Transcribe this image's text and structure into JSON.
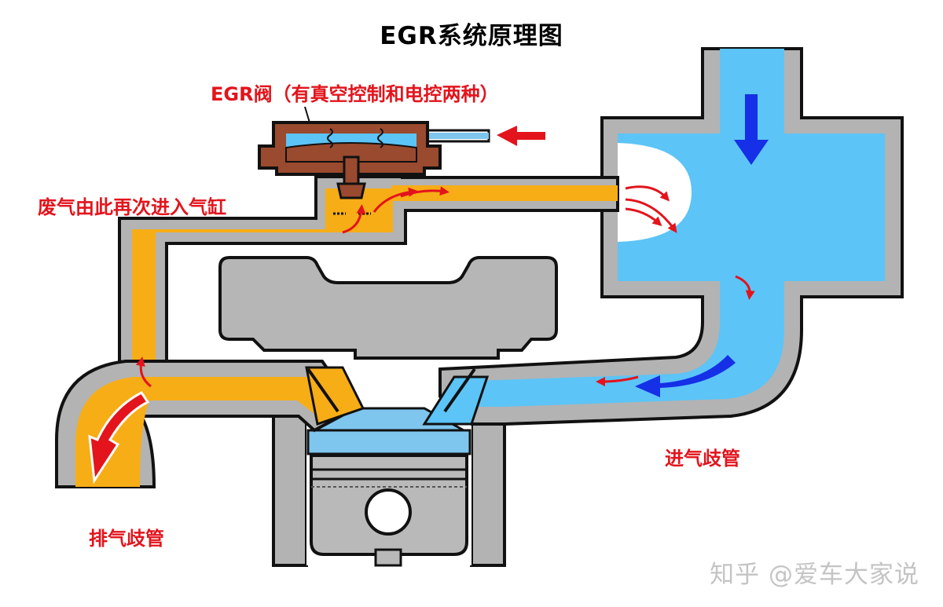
{
  "title": "EGR系统原理图",
  "labels": {
    "egr_valve": "EGR阀（有真空控制和电控两种）",
    "exhaust_reentry": "废气由此再次进入气缸",
    "intake_manifold": "进气歧管",
    "exhaust_manifold": "排气歧管"
  },
  "watermark": "知乎 @爱车大家说",
  "colors": {
    "exhaust_gas": "#f7ad16",
    "intake_air": "#5cc4f7",
    "wall": "#b3b3b3",
    "outline": "#111111",
    "valve": "#9a4a2e",
    "label_red": "#e3141c",
    "flow_blue": "#1530e6"
  }
}
